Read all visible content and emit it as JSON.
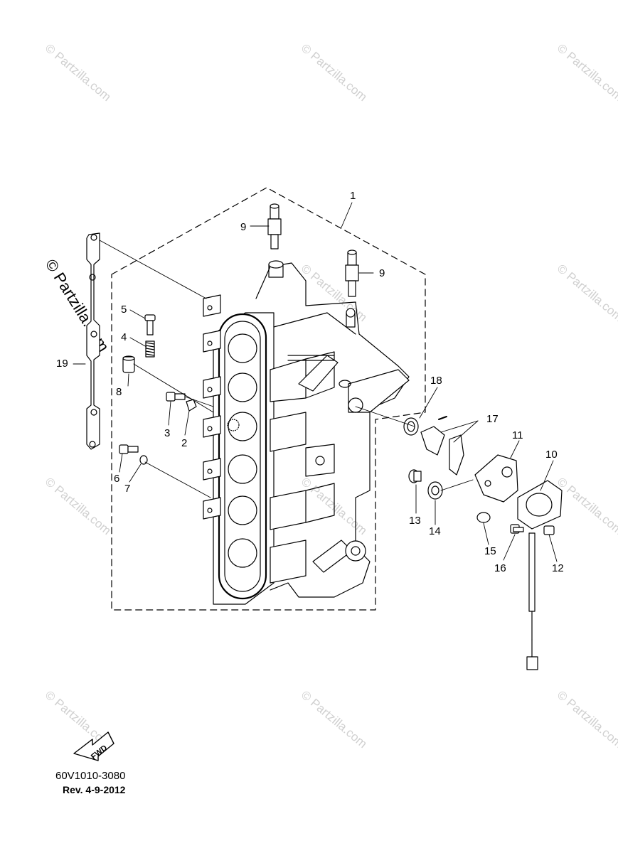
{
  "watermark": {
    "text": "© Partzilla.com"
  },
  "callouts": {
    "c1": "1",
    "c2": "2",
    "c3": "3",
    "c4": "4",
    "c5": "5",
    "c6": "6",
    "c7": "7",
    "c8": "8",
    "c9a": "9",
    "c9b": "9",
    "c10": "10",
    "c11": "11",
    "c12": "12",
    "c13": "13",
    "c14": "14",
    "c15": "15",
    "c16": "16",
    "c17": "17",
    "c18": "18",
    "c19": "19"
  },
  "fwd_label": "FWD",
  "footer": {
    "code": "60V1010-3080",
    "revision": "Rev.  4-9-2012"
  },
  "colors": {
    "line": "#000000",
    "watermark": "#d0d0d0",
    "background": "#ffffff"
  }
}
